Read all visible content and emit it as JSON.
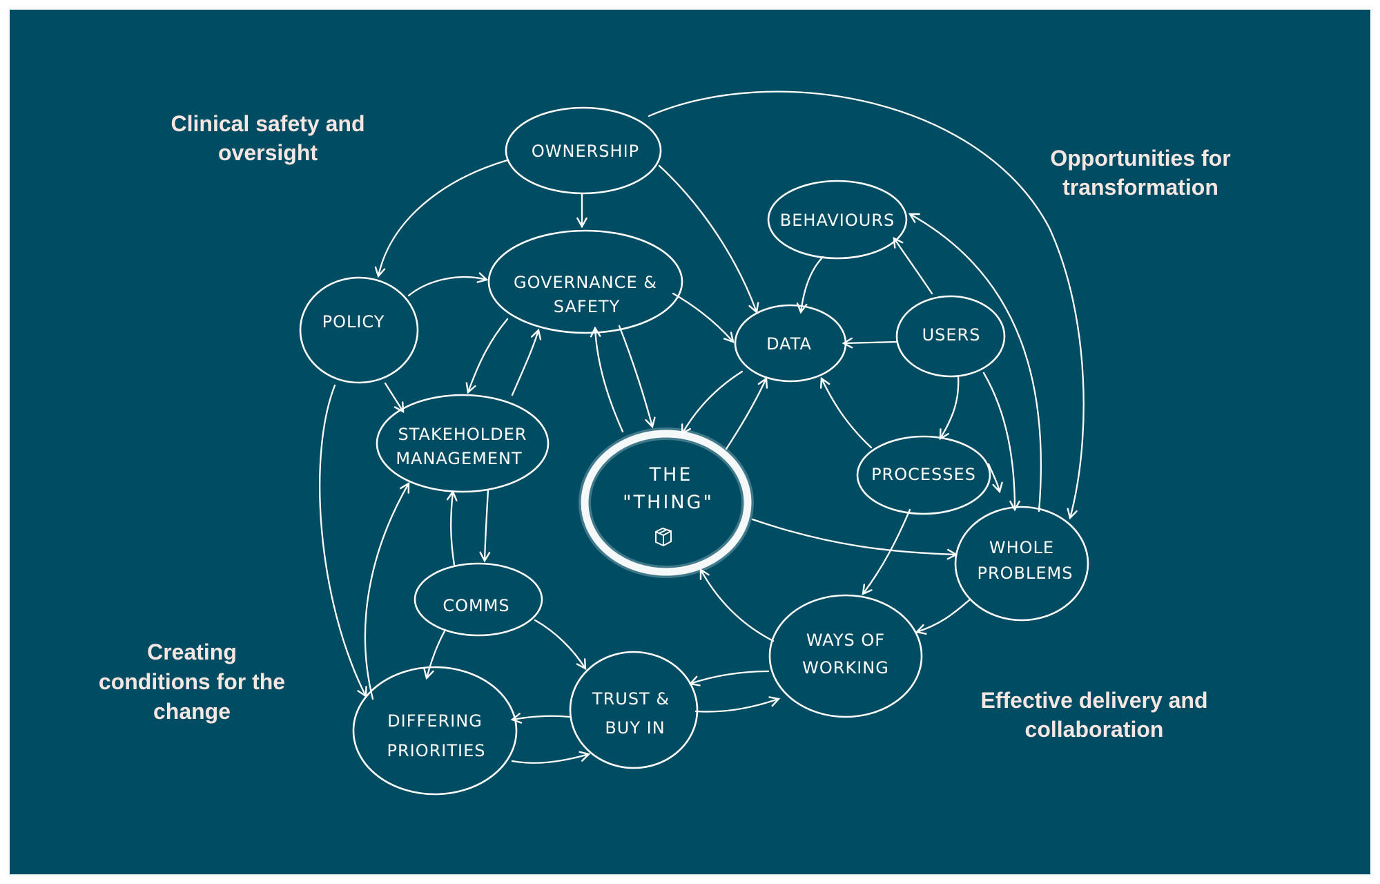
{
  "themes": {
    "clinical": [
      "Clinical safety and",
      "oversight"
    ],
    "opportunities": [
      "Opportunities for",
      "transformation"
    ],
    "conditions": [
      "Creating",
      "conditions for the",
      "change"
    ],
    "delivery": [
      "Effective delivery and",
      "collaboration"
    ]
  },
  "nodes": {
    "ownership": [
      "OWNERSHIP"
    ],
    "governance": [
      "GOVERNANCE &",
      "SAFETY"
    ],
    "policy": [
      "POLICY"
    ],
    "stakeholder": [
      "STAKEHOLDER",
      "MANAGEMENT"
    ],
    "thing": [
      "THE",
      "\"THING\""
    ],
    "data": [
      "DATA"
    ],
    "behaviours": [
      "BEHAVIOURS"
    ],
    "users": [
      "USERS"
    ],
    "processes": [
      "PROCESSES"
    ],
    "whole": [
      "WHOLE",
      "PROBLEMS"
    ],
    "ways": [
      "WAYS OF",
      "WORKING"
    ],
    "comms": [
      "COMMS"
    ],
    "trust": [
      "TRUST &",
      "BUY IN"
    ],
    "differing": [
      "DIFFERING",
      "PRIORITIES"
    ]
  },
  "colors": {
    "background": "#004c63",
    "stroke": "#ffffff",
    "theme_text": "#f6e6e1"
  },
  "icons": {
    "thing": "box-icon"
  }
}
